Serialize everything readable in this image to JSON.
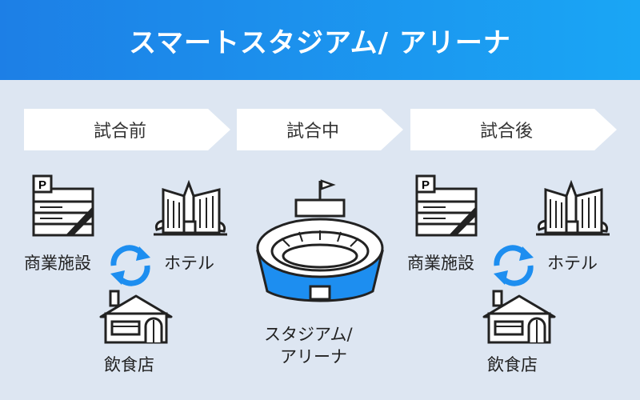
{
  "title": "スマートスタジアム/ アリーナ",
  "phases": [
    {
      "label": "試合前"
    },
    {
      "label": "試合中"
    },
    {
      "label": "試合後"
    }
  ],
  "before": {
    "commercial": "商業施設",
    "hotel": "ホテル",
    "restaurant": "飲食店"
  },
  "during": {
    "stadium_line1": "スタジアム/",
    "stadium_line2": "アリーナ"
  },
  "after": {
    "commercial": "商業施設",
    "hotel": "ホテル",
    "restaurant": "飲食店"
  },
  "parking_sign": "P",
  "colors": {
    "accent": "#1d8ef0",
    "background": "#dde6f2",
    "outline": "#222222"
  }
}
